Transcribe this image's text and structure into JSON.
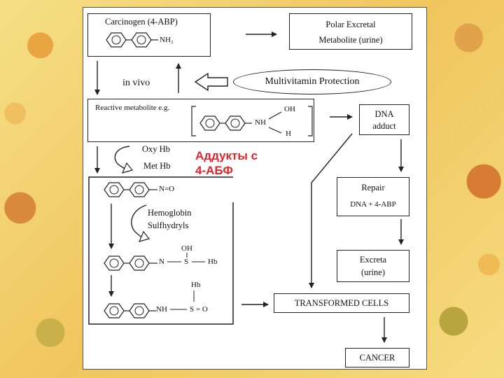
{
  "carcinogen": {
    "title": "Carcinogen (4-ABP)",
    "group": "NH₂"
  },
  "polar": {
    "line1": "Polar Excretal",
    "line2": "Metabolite (urine)"
  },
  "in_vivo": "in vivo",
  "multivitamin": "Multivitamin Protection",
  "reactive": {
    "title": "Reactive metabolite e.g.",
    "oh": "OH",
    "nh": "NH",
    "h": "H"
  },
  "dna_adduct": {
    "line1": "DNA",
    "line2": "adduct"
  },
  "oxy_hb": "Oxy Hb",
  "met_hb": "Met Hb",
  "russian_label": {
    "line1": "Аддукты с",
    "line2": "4-АБФ"
  },
  "nitroso": "N=O",
  "hemoglobin": {
    "line1": "Hemoglobin",
    "line2": "Sulfhydryls"
  },
  "sulfenamide": {
    "n": "N",
    "s": "S",
    "oh": "OH",
    "hb": "Hb"
  },
  "sulfinamide": {
    "nh": "NH",
    "s": "S = O",
    "hb": "Hb"
  },
  "repair": {
    "line1": "Repair",
    "line2": "DNA + 4-ABP"
  },
  "excreta": {
    "line1": "Excreta",
    "line2": "(urine)"
  },
  "transformed": "TRANSFORMED CELLS",
  "cancer": "CANCER"
}
